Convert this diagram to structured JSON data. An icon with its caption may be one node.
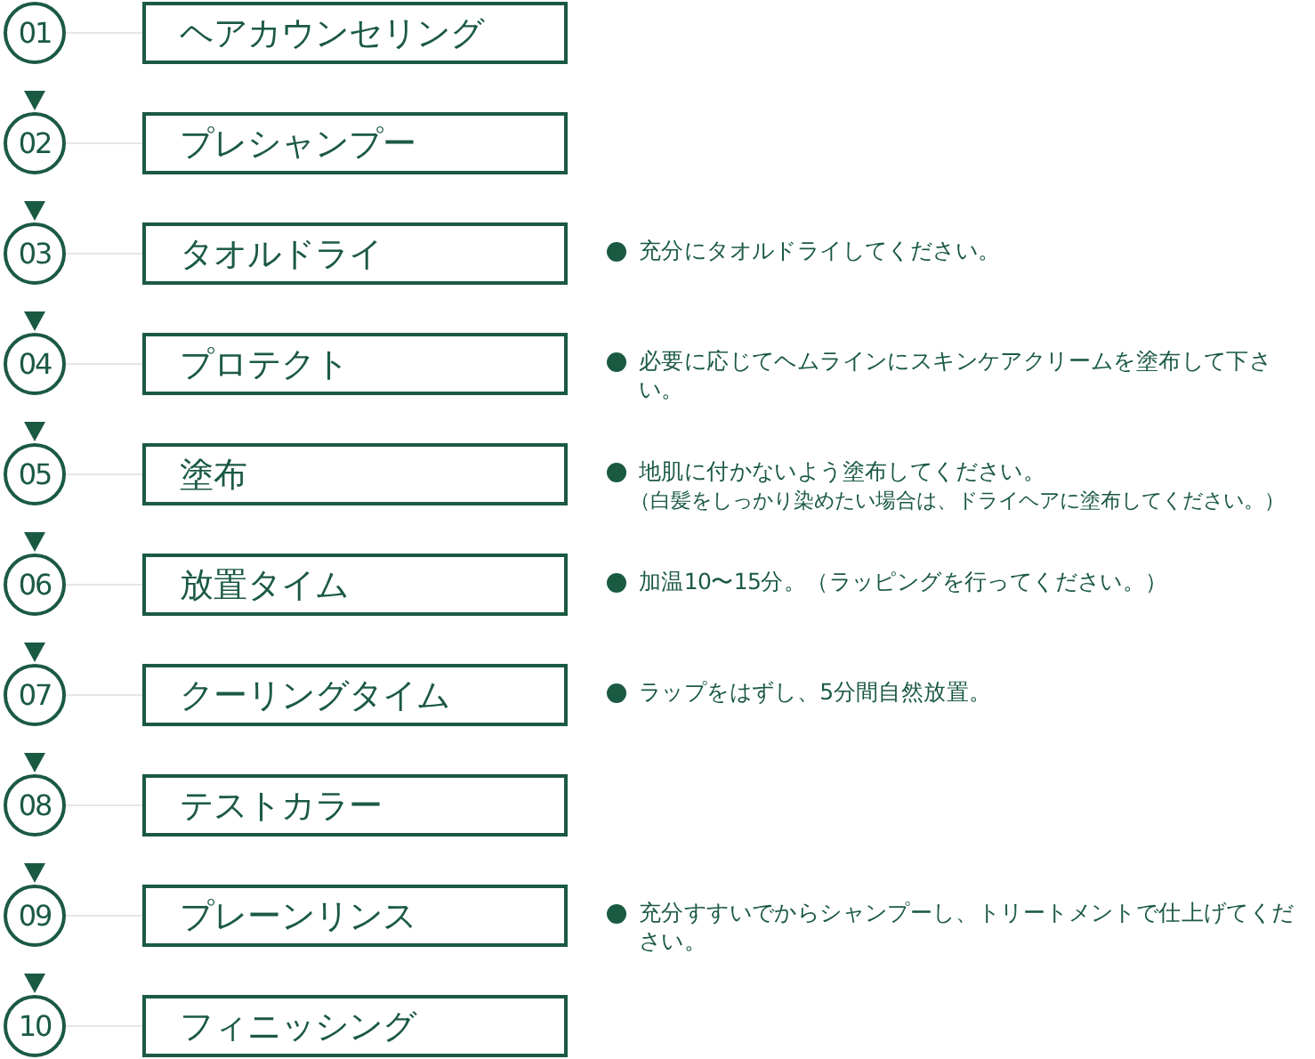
{
  "diagram": {
    "nodes": [
      {
        "text": [
          "01"
        ]
      },
      {
        "text": [
          "ヘアカウンセリング"
        ]
      },
      {
        "text": [
          "02"
        ]
      },
      {
        "text": [
          "プレシャンプー"
        ]
      },
      {
        "text": [
          "03"
        ]
      },
      {
        "text": [
          "タオルドライ"
        ],
        "beside": [
          "充分にタオルドライしてください。"
        ]
      },
      {
        "text": [
          "04"
        ]
      },
      {
        "text": [
          "プロテクト"
        ],
        "beside": [
          "必要に応じてヘムラインにスキンケアクリームを塗布して下さい。"
        ]
      },
      {
        "text": [
          "05"
        ]
      },
      {
        "text": [
          "塗布"
        ],
        "beside": [
          "地肌に付かないよう塗布してください。",
          "（白髪をしっかり染めたい場合は、ドライヘアに塗布してください。）"
        ]
      },
      {
        "text": [
          "06"
        ]
      },
      {
        "text": [
          "放置タイム"
        ],
        "beside": [
          "加温10〜15分。（ラッピングを行ってください。）"
        ]
      },
      {
        "text": [
          "07"
        ]
      },
      {
        "text": [
          "クーリングタイム"
        ],
        "beside": [
          "ラップをはずし、5分間自然放置。"
        ]
      },
      {
        "text": [
          "08"
        ]
      },
      {
        "text": [
          "テストカラー"
        ]
      },
      {
        "text": [
          "09"
        ]
      },
      {
        "text": [
          "プレーンリンス"
        ],
        "beside": [
          "充分すすいでからシャンプーし、トリートメントで仕上げてください。"
        ]
      },
      {
        "text": [
          "10"
        ]
      },
      {
        "text": [
          "フィニッシング"
        ]
      }
    ],
    "edges": [
      {
        "from": 0,
        "to": 1,
        "arrow": "none",
        "color": "#e6e6e6"
      },
      {
        "from": 2,
        "to": 3,
        "arrow": "none",
        "color": "#e6e6e6"
      },
      {
        "from": 4,
        "to": 5,
        "arrow": "none",
        "color": "#e6e6e6"
      },
      {
        "from": 6,
        "to": 7,
        "arrow": "none",
        "color": "#e6e6e6"
      },
      {
        "from": 8,
        "to": 9,
        "arrow": "none",
        "color": "#e6e6e6"
      },
      {
        "from": 10,
        "to": 11,
        "arrow": "none",
        "color": "#e6e6e6"
      },
      {
        "from": 12,
        "to": 13,
        "arrow": "none",
        "color": "#e6e6e6"
      },
      {
        "from": 14,
        "to": 15,
        "arrow": "none",
        "color": "#e6e6e6"
      },
      {
        "from": 16,
        "to": 17,
        "arrow": "none",
        "color": "#e6e6e6"
      },
      {
        "from": 18,
        "to": 19,
        "arrow": "none",
        "color": "#e6e6e6"
      },
      {
        "from": 0,
        "to": 2,
        "arrow": "to"
      },
      {
        "from": 2,
        "to": 4,
        "arrow": "to"
      },
      {
        "from": 4,
        "to": 6,
        "arrow": "to"
      },
      {
        "from": 6,
        "to": 8,
        "arrow": "to"
      },
      {
        "from": 8,
        "to": 10,
        "arrow": "to"
      },
      {
        "from": 10,
        "to": 12,
        "arrow": "to"
      },
      {
        "from": 12,
        "to": 14,
        "arrow": "to"
      },
      {
        "from": 14,
        "to": 16,
        "arrow": "to"
      },
      {
        "from": 16,
        "to": 18,
        "arrow": "to"
      }
    ]
  }
}
